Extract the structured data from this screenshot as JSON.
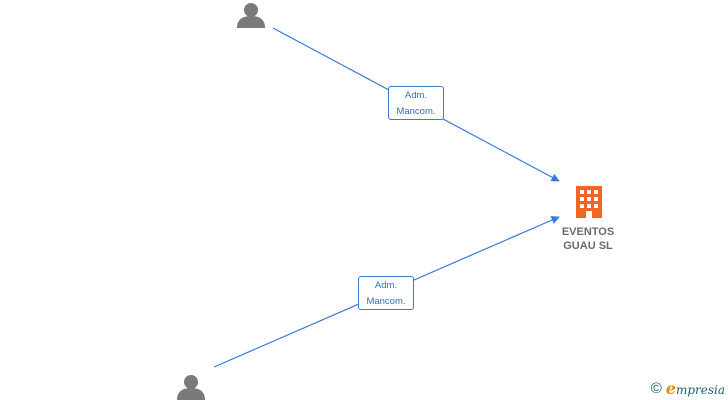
{
  "colors": {
    "edge": "#3a7bd5",
    "person": "#7a7a7a",
    "company": "#f26522",
    "label_text": "#2f6fc4"
  },
  "nodes": {
    "company": {
      "icon": "building-icon",
      "name_line1": "EVENTOS",
      "name_line2": "GUAU  SL"
    },
    "person_top": {
      "icon": "person-icon"
    },
    "person_bottom": {
      "icon": "person-icon"
    }
  },
  "edges": [
    {
      "from": "person_top",
      "to": "company",
      "label_line1": "Adm.",
      "label_line2": "Mancom."
    },
    {
      "from": "person_bottom",
      "to": "company",
      "label_line1": "Adm.",
      "label_line2": "Mancom."
    }
  ],
  "brand": {
    "copyright_symbol": "©",
    "initial": "e",
    "rest": "mpresia"
  }
}
